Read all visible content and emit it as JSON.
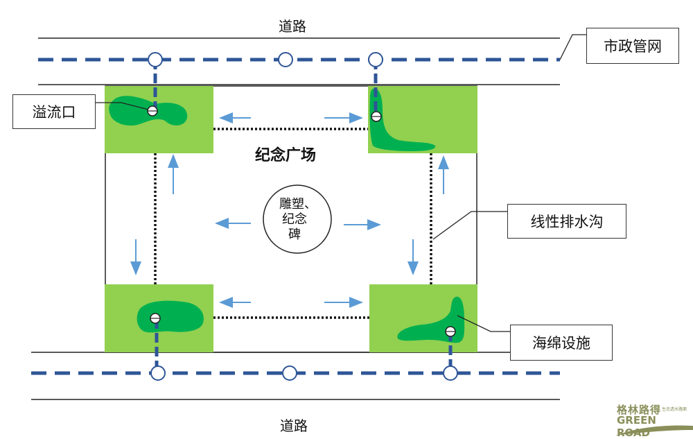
{
  "labels": {
    "road_top": "道路",
    "road_bottom": "道路",
    "municipal_network": "市政管网",
    "overflow_outlet": "溢流口",
    "plaza": "纪念广场",
    "sculpture_line1": "雕塑、",
    "sculpture_line2": "纪念",
    "sculpture_line3": "碑",
    "linear_drain": "线性排水沟",
    "sponge_facility": "海绵设施"
  },
  "logo": {
    "cn": "格林路得",
    "cn_small": "生态透水路面",
    "en": "GREEN ROAD"
  },
  "colors": {
    "pipe": "#2e5597",
    "green_area": "#92d050",
    "green_pond": "#00b050",
    "arrow": "#5b9bd5",
    "drain": "#111111"
  }
}
